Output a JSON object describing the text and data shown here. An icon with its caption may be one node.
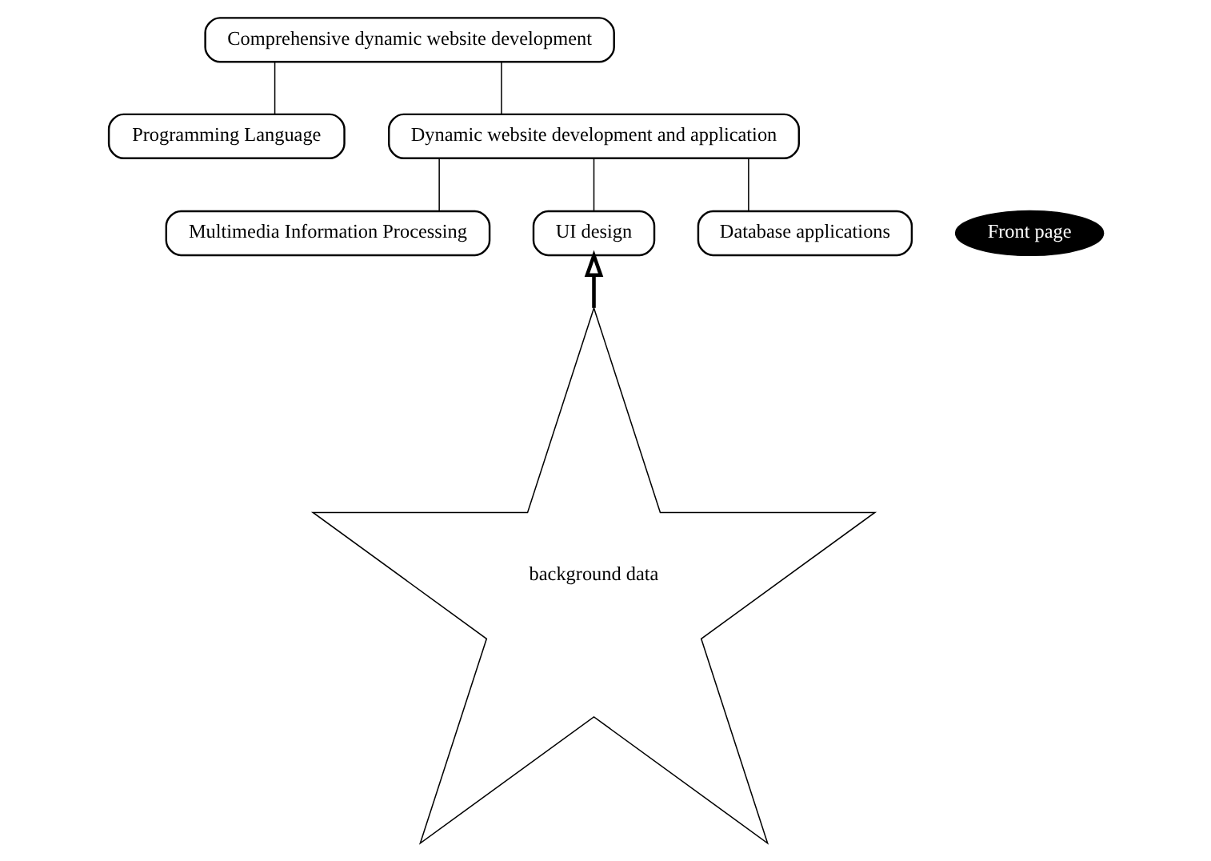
{
  "diagram": {
    "nodes": [
      {
        "text": [
          "Comprehensive dynamic website development"
        ]
      },
      {
        "text": [
          "Programming Language"
        ]
      },
      {
        "text": [
          "Dynamic website development and application"
        ]
      },
      {
        "text": [
          "Multimedia Information Processing"
        ]
      },
      {
        "text": [
          "UI design"
        ]
      },
      {
        "text": [
          "Database applications"
        ]
      },
      {
        "text": [
          "Front page"
        ]
      },
      {
        "text": [
          "background data"
        ]
      }
    ],
    "edges": [
      {
        "from": 0,
        "to": 1,
        "arrow": "none"
      },
      {
        "from": 0,
        "to": 2,
        "arrow": "none"
      },
      {
        "from": 2,
        "to": 3,
        "arrow": "none"
      },
      {
        "from": 2,
        "to": 4,
        "arrow": "none"
      },
      {
        "from": 2,
        "to": 5,
        "arrow": "none"
      },
      {
        "from": 7,
        "to": 4,
        "arrow": "to",
        "style": "thick"
      }
    ]
  }
}
